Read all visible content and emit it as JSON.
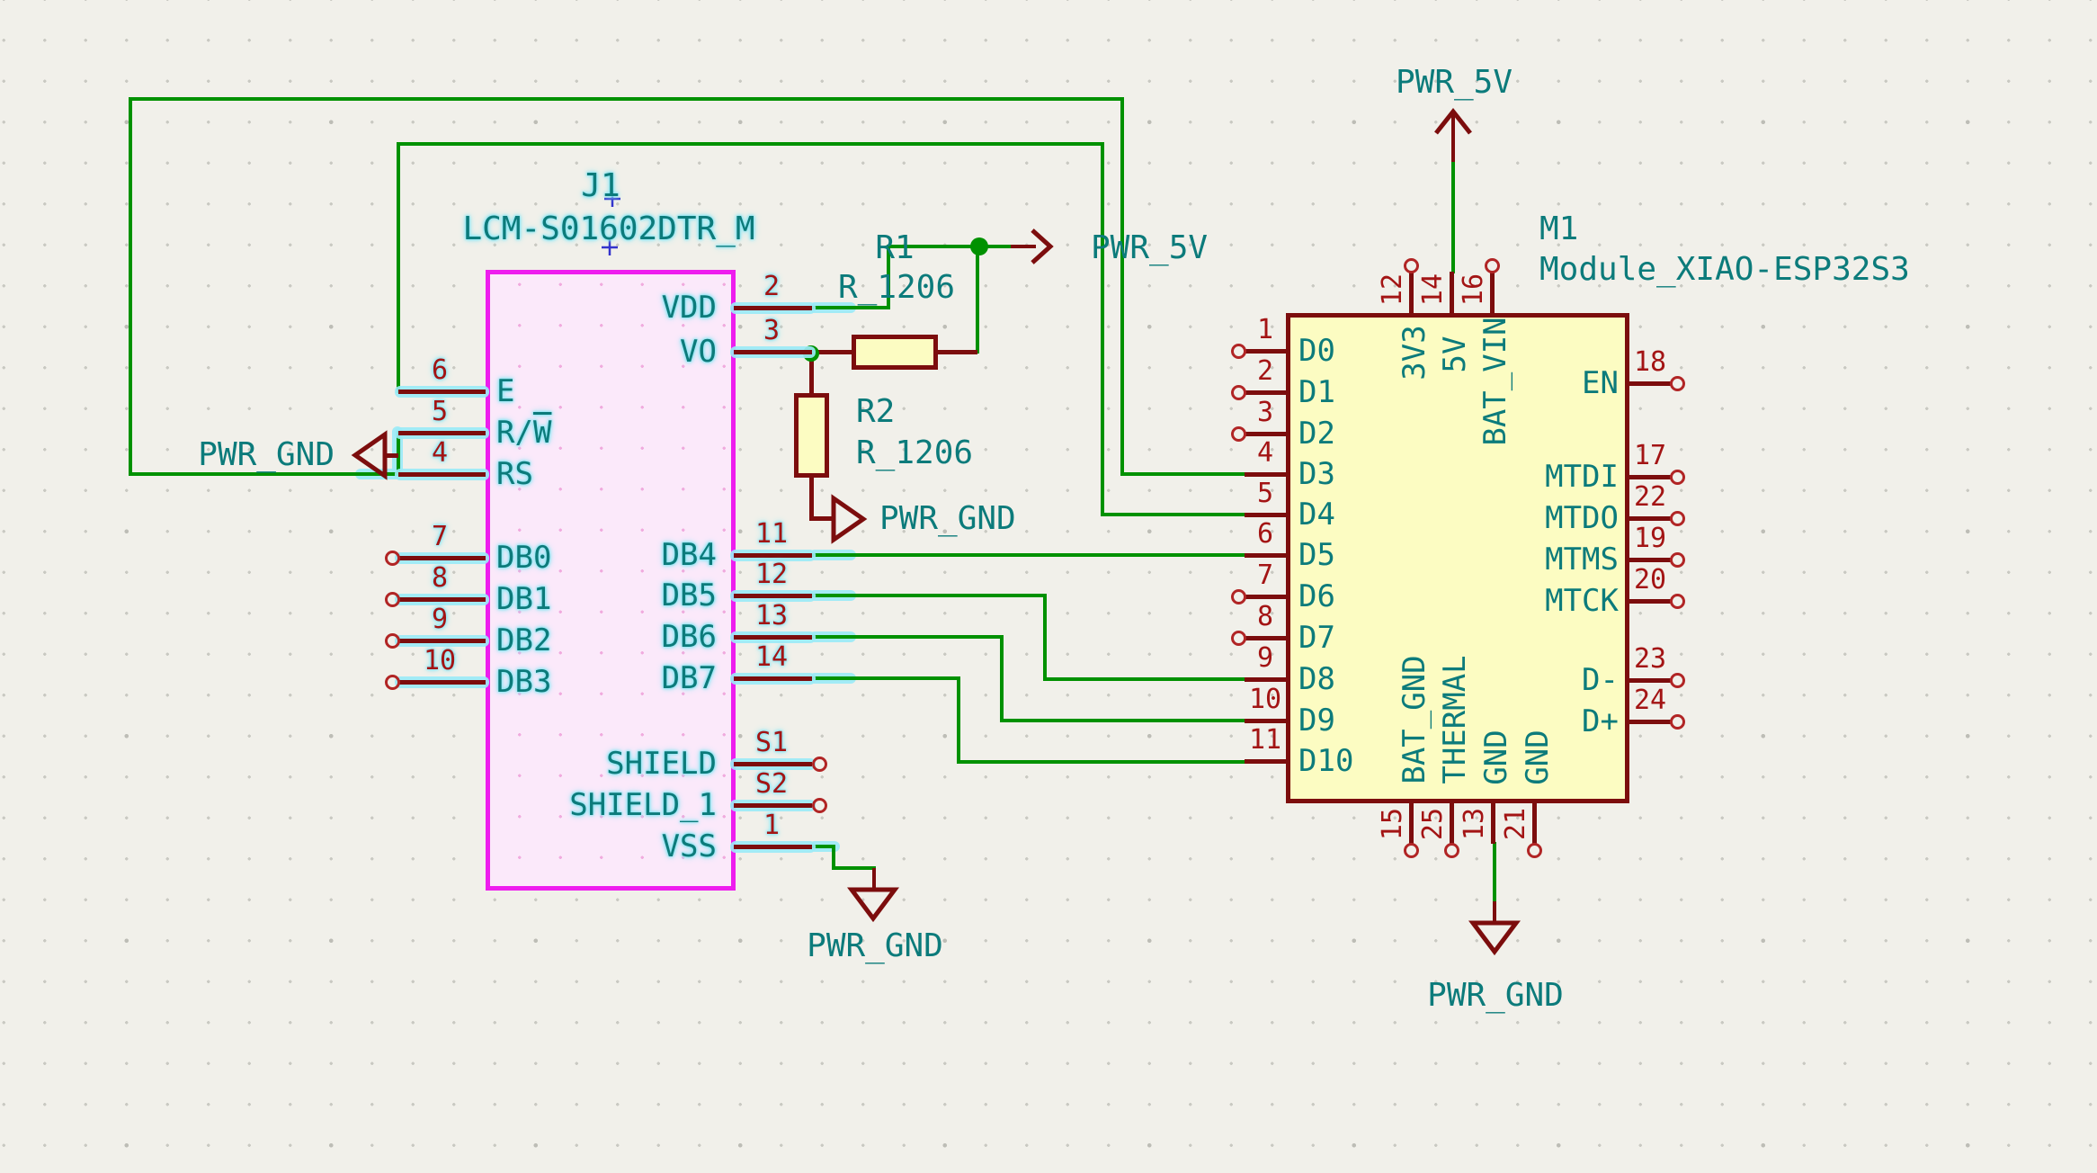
{
  "app": {
    "view": "schematic-canvas"
  },
  "colors": {
    "background": "#F1F0EA",
    "wire_green": "#009100",
    "symbol_outline": "#7C0D0D",
    "pin_number_red": "#A31414",
    "label_teal": "#0C7B7B",
    "lcd_fill": "#FBE9FA",
    "lcd_border": "#EE1DEE",
    "module_fill": "#FCFCC2",
    "selection_glow": "#8FE7F4",
    "junction_green": "#009100"
  },
  "components": {
    "j1": {
      "reference": "J1",
      "value": "LCM-S01602DTR_M",
      "left_pins": [
        {
          "number": "6",
          "name": "E"
        },
        {
          "number": "5",
          "name": "R/W"
        },
        {
          "number": "4",
          "name": "RS"
        },
        {
          "number": "7",
          "name": "DB0"
        },
        {
          "number": "8",
          "name": "DB1"
        },
        {
          "number": "9",
          "name": "DB2"
        },
        {
          "number": "10",
          "name": "DB3"
        }
      ],
      "right_pins": [
        {
          "number": "2",
          "name": "VDD"
        },
        {
          "number": "3",
          "name": "VO"
        },
        {
          "number": "11",
          "name": "DB4"
        },
        {
          "number": "12",
          "name": "DB5"
        },
        {
          "number": "13",
          "name": "DB6"
        },
        {
          "number": "14",
          "name": "DB7"
        },
        {
          "number": "S1",
          "name": "SHIELD"
        },
        {
          "number": "S2",
          "name": "SHIELD_1"
        },
        {
          "number": "1",
          "name": "VSS"
        }
      ]
    },
    "m1": {
      "reference": "M1",
      "value": "Module_XIAO-ESP32S3",
      "left_pins": [
        {
          "number": "1",
          "name": "D0"
        },
        {
          "number": "2",
          "name": "D1"
        },
        {
          "number": "3",
          "name": "D2"
        },
        {
          "number": "4",
          "name": "D3"
        },
        {
          "number": "5",
          "name": "D4"
        },
        {
          "number": "6",
          "name": "D5"
        },
        {
          "number": "7",
          "name": "D6"
        },
        {
          "number": "8",
          "name": "D7"
        },
        {
          "number": "9",
          "name": "D8"
        },
        {
          "number": "10",
          "name": "D9"
        },
        {
          "number": "11",
          "name": "D10"
        }
      ],
      "right_pins": [
        {
          "number": "18",
          "name": "EN"
        },
        {
          "number": "17",
          "name": "MTDI"
        },
        {
          "number": "22",
          "name": "MTDO"
        },
        {
          "number": "19",
          "name": "MTMS"
        },
        {
          "number": "20",
          "name": "MTCK"
        },
        {
          "number": "23",
          "name": "D-"
        },
        {
          "number": "24",
          "name": "D+"
        }
      ],
      "top_pins": [
        {
          "number": "12",
          "name": "3V3"
        },
        {
          "number": "14",
          "name": "5V"
        },
        {
          "number": "16",
          "name": "BAT_VIN"
        }
      ],
      "bottom_pins": [
        {
          "number": "15",
          "name": "BAT_GND"
        },
        {
          "number": "25",
          "name": "THERMAL"
        },
        {
          "number": "13",
          "name": "GND"
        },
        {
          "number": "21",
          "name": "GND"
        }
      ]
    },
    "r1": {
      "reference": "R1",
      "value": "R_1206"
    },
    "r2": {
      "reference": "R2",
      "value": "R_1206"
    }
  },
  "power_labels": {
    "pwr_5v_r1": "PWR_5V",
    "pwr_5v_m1": "PWR_5V",
    "pwr_gnd_left": "PWR_GND",
    "pwr_gnd_r2": "PWR_GND",
    "pwr_gnd_vss": "PWR_GND",
    "pwr_gnd_m1": "PWR_GND"
  }
}
